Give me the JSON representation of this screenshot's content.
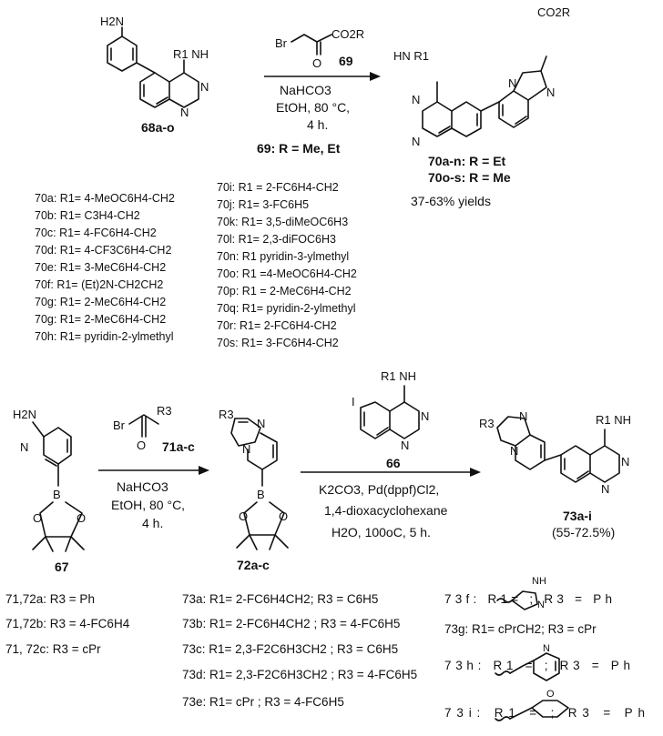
{
  "scheme1": {
    "sm_label": "68a-o",
    "reagent_label": "69",
    "reagent_def": "69: R = Me, Et",
    "conditions": [
      "NaHCO3",
      "EtOH, 80 °C,",
      "4 h."
    ],
    "product_label_a": "70a-n: R = Et",
    "product_label_b": "70o-s: R = Me",
    "yield": "37-63% yields",
    "atoms": {
      "h2n": "H2N",
      "nh_r1_left": "R1 NH",
      "n1": "N",
      "n2": "N",
      "br": "Br",
      "o": "O",
      "co2r_reagent": "CO2R",
      "co2r_product": "CO2R",
      "hn_r1": "HN R1",
      "pn1": "N",
      "pn2": "N",
      "pn3": "N",
      "pn4": "N"
    },
    "substituents_left": [
      "70a: R1= 4-MeOC6H4-CH2",
      "70b: R1= C3H4-CH2",
      "70c: R1= 4-FC6H4-CH2",
      "70d: R1= 4-CF3C6H4-CH2",
      "70e: R1= 3-MeC6H4-CH2",
      "70f: R1= (Et)2N-CH2CH2",
      "70g: R1= 2-MeC6H4-CH2",
      "70g: R1= 2-MeC6H4-CH2",
      "70h: R1= pyridin-2-ylmethyl"
    ],
    "substituents_right": [
      "70i: R1 = 2-FC6H4-CH2",
      "70j: R1= 3-FC6H5",
      "70k: R1= 3,5-diMeOC6H3",
      "70l: R1= 2,3-diFOC6H3",
      "70n: R1 pyridin-3-ylmethyl",
      "70o: R1 =4-MeOC6H4-CH2",
      "70p: R1 = 2-MeC6H4-CH2",
      "70q: R1= pyridin-2-ylmethyl",
      "70r: R1= 2-FC6H4-CH2",
      "70s: R1= 3-FC6H4-CH2"
    ]
  },
  "scheme2": {
    "sm_label": "67",
    "reagent1_label": "71a-c",
    "conditions1": [
      "NaHCO3",
      "EtOH, 80 °C,",
      "4 h."
    ],
    "intermediate_label": "72a-c",
    "reagent2_label": "66",
    "conditions2": [
      "K2CO3, Pd(dppf)Cl2,",
      "1,4-dioxacyclohexane",
      "H2O, 100oC, 5 h."
    ],
    "product_label": "73a-i",
    "yield": "(55-72.5%)",
    "atoms": {
      "h2n": "H2N",
      "n": "N",
      "b": "B",
      "o1": "O",
      "o2": "O",
      "br": "Br",
      "r3": "R3",
      "o_ketone": "O",
      "int_r3": "R3",
      "int_n1": "N",
      "int_n2": "N",
      "int_b": "B",
      "int_o1": "O",
      "int_o2": "O",
      "i": "I",
      "r1_nh_66": "R1 NH",
      "n66a": "N",
      "n66b": "N",
      "prod_r3": "R3",
      "prod_n1": "N",
      "prod_n2": "N",
      "prod_r1_nh": "R1 NH",
      "prod_n3": "N",
      "prod_n4": "N"
    },
    "substituents_col1": [
      "71,72a: R3 = Ph",
      "71,72b: R3 = 4-FC6H4",
      "71, 72c: R3 = cPr"
    ],
    "substituents_col2": [
      "73a: R1= 2-FC6H4CH2; R3 = C6H5",
      "73b: R1= 2-FC6H4CH2 ; R3 = 4-FC6H5",
      "73c: R1= 2,3-F2C6H3CH2 ; R3 = C6H5",
      "73d: R1= 2,3-F2C6H3CH2 ; R3 = 4-FC6H5",
      "73e: R1= cPr ; R3 = 4-FC6H5"
    ],
    "substituents_col3": [
      "73f: R1= ; R3 = Ph",
      "73g: R1= cPrCH2; R3 = cPr",
      "73h: R1 = ; R3 = Ph",
      "73i: R1 = ; R3 = Ph"
    ],
    "frag_atoms": {
      "pyrazole_nh": "NH",
      "pyrazole_n": "N",
      "pyridine_n": "N",
      "oxane_o": "O"
    }
  }
}
